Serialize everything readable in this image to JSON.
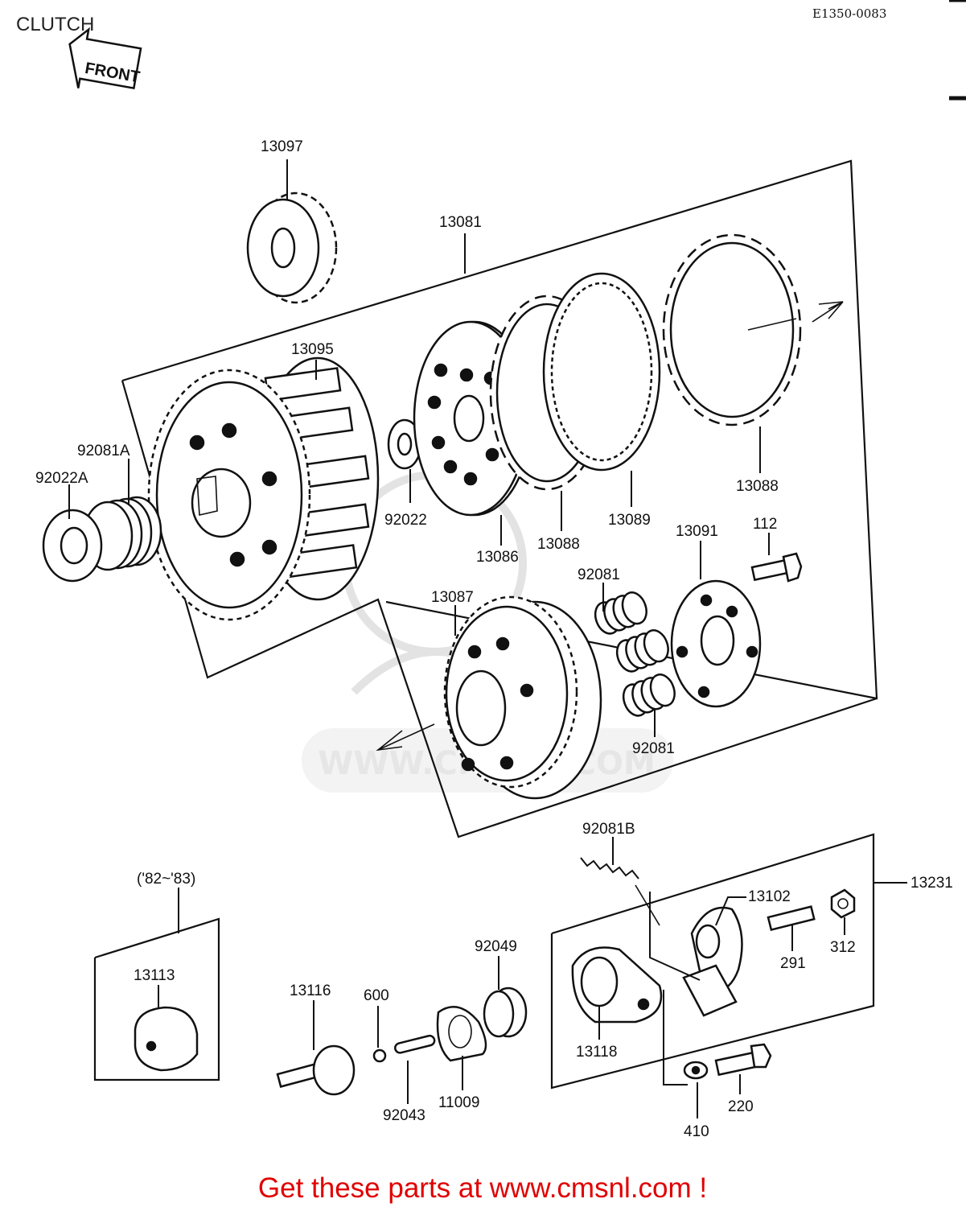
{
  "header": {
    "section_title": "CLUTCH",
    "diagram_ref": "E1350-0083",
    "front_marker": "FRONT"
  },
  "year_note": "('82~'83)",
  "watermark_text": "WWW.CMSNL.COM",
  "footer": {
    "promo": "Get these parts at www.cmsnl.com !"
  },
  "callouts": [
    {
      "id": "c13097",
      "text": "13097"
    },
    {
      "id": "c13081",
      "text": "13081"
    },
    {
      "id": "c13095",
      "text": "13095"
    },
    {
      "id": "c92081A",
      "text": "92081A"
    },
    {
      "id": "c92022A",
      "text": "92022A"
    },
    {
      "id": "c92022",
      "text": "92022"
    },
    {
      "id": "c13086",
      "text": "13086"
    },
    {
      "id": "c13088a",
      "text": "13088"
    },
    {
      "id": "c13089",
      "text": "13089"
    },
    {
      "id": "c13088b",
      "text": "13088"
    },
    {
      "id": "c13091",
      "text": "13091"
    },
    {
      "id": "c112",
      "text": "112"
    },
    {
      "id": "c92081a",
      "text": "92081"
    },
    {
      "id": "c13087",
      "text": "13087"
    },
    {
      "id": "c92081b",
      "text": "92081"
    },
    {
      "id": "c92081B",
      "text": "92081B"
    },
    {
      "id": "c13231",
      "text": "13231"
    },
    {
      "id": "c13102",
      "text": "13102"
    },
    {
      "id": "c291",
      "text": "291"
    },
    {
      "id": "c312",
      "text": "312"
    },
    {
      "id": "c13113",
      "text": "13113"
    },
    {
      "id": "c13116",
      "text": "13116"
    },
    {
      "id": "c600",
      "text": "600"
    },
    {
      "id": "c92049",
      "text": "92049"
    },
    {
      "id": "c13118",
      "text": "13118"
    },
    {
      "id": "c92043",
      "text": "92043"
    },
    {
      "id": "c11009",
      "text": "11009"
    },
    {
      "id": "c410",
      "text": "410"
    },
    {
      "id": "c220",
      "text": "220"
    }
  ]
}
